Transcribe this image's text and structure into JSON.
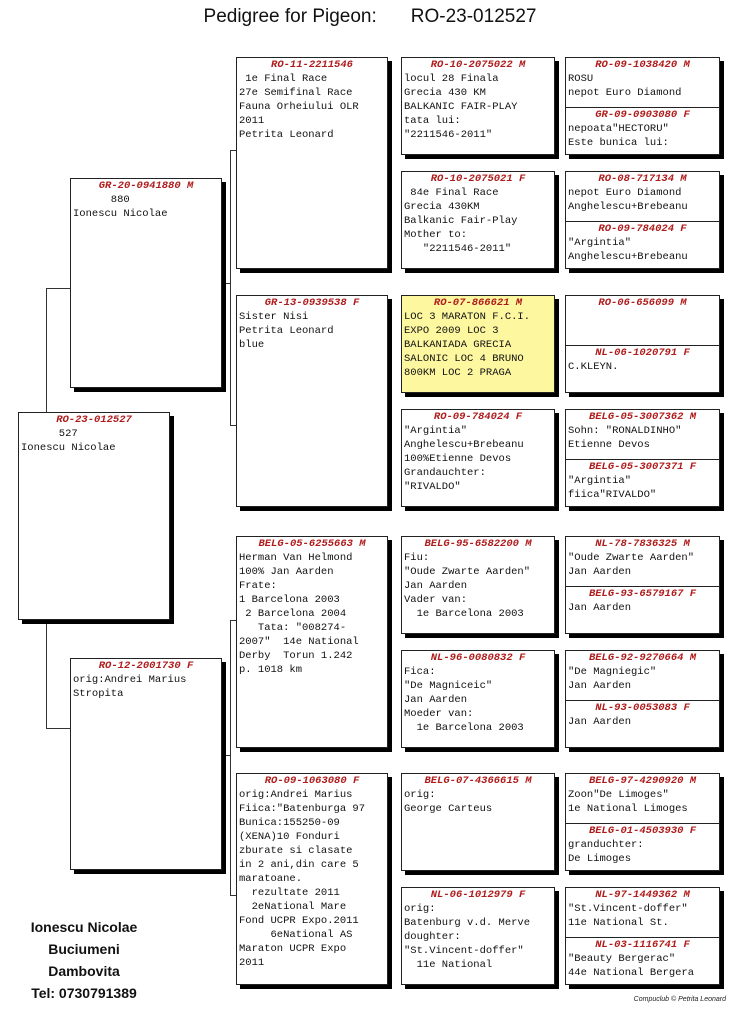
{
  "title": {
    "label": "Pedigree for Pigeon:",
    "ring": "RO-23-012527"
  },
  "subject": {
    "ring": "RO-23-012527",
    "lines": [
      "      527",
      "Ionescu Nicolae"
    ]
  },
  "sire": {
    "ring": "GR-20-0941880 M",
    "lines": [
      "      880",
      "Ionescu Nicolae"
    ]
  },
  "dam": {
    "ring": "RO-12-2001730 F",
    "lines": [
      "orig:Andrei Marius",
      "Stropita"
    ]
  },
  "g2": [
    {
      "ring": "RO-11-2211546",
      "lines": [
        " 1e Final Race",
        "27e Semifinal Race",
        "Fauna Orheiului OLR",
        "2011",
        "Petrita Leonard"
      ]
    },
    {
      "ring": "GR-13-0939538 F",
      "lines": [
        "Sister Nisi",
        "Petrita Leonard",
        "blue"
      ]
    },
    {
      "ring": "BELG-05-6255663 M",
      "lines": [
        "Herman Van Helmond",
        "100% Jan Aarden",
        "Frate:",
        "1 Barcelona 2003",
        " 2 Barcelona 2004",
        "   Tata: \"008274-",
        "2007\"  14e National",
        "Derby  Torun 1.242",
        "p. 1018 km"
      ]
    },
    {
      "ring": "RO-09-1063080 F",
      "lines": [
        "orig:Andrei Marius",
        "Fiica:\"Batenburga 97",
        "Bunica:155250-09",
        "(XENA)10 Fonduri",
        "zburate si clasate",
        "in 2 ani,din care 5",
        "maratoane.",
        "  rezultate 2011",
        "  2eNational Mare",
        "Fond UCPR Expo.2011",
        "     6eNational AS",
        "Maraton UCPR Expo",
        "2011"
      ]
    }
  ],
  "g3": [
    {
      "ring": "RO-10-2075022 M",
      "lines": [
        "locul 28 Finala",
        "Grecia 430 KM",
        "BALKANIC FAIR-PLAY",
        "tata lui:",
        "\"2211546-2011\""
      ]
    },
    {
      "ring": "RO-10-2075021 F",
      "lines": [
        " 84e Final Race",
        "Grecia 430KM",
        "Balkanic Fair-Play",
        "Mother to:",
        "   \"2211546-2011\""
      ]
    },
    {
      "ring": "RO-07-866621 M",
      "lines": [
        "LOC 3 MARATON F.C.I.",
        "EXPO 2009 LOC 3",
        "BALKANIADA GRECIA",
        "SALONIC LOC 4 BRUNO",
        "800KM LOC 2 PRAGA"
      ]
    },
    {
      "ring": "RO-09-784024 F",
      "lines": [
        "\"Argintia\"",
        "Anghelescu+Brebeanu",
        "100%Etienne Devos",
        "Grandauchter:",
        "\"RIVALDO\""
      ]
    },
    {
      "ring": "BELG-95-6582200 M",
      "lines": [
        "Fiu:",
        "\"Oude Zwarte Aarden\"",
        "Jan Aarden",
        "Vader van:",
        "  1e Barcelona 2003"
      ]
    },
    {
      "ring": "NL-96-0080832 F",
      "lines": [
        "Fica:",
        "\"De Magniceic\"",
        "Jan Aarden",
        "Moeder van:",
        "  1e Barcelona 2003"
      ]
    },
    {
      "ring": "BELG-07-4366615 M",
      "lines": [
        "orig:",
        "George Carteus"
      ]
    },
    {
      "ring": "NL-06-1012979 F",
      "lines": [
        "orig:",
        "Batenburg v.d. Merve",
        "doughter:",
        "\"St.Vincent-doffer\"",
        "  11e National"
      ]
    }
  ],
  "g4": [
    {
      "ring": "RO-09-1038420 M",
      "lines": [
        "ROSU",
        "nepot Euro Diamond"
      ]
    },
    {
      "ring": "GR-09-0903080 F",
      "lines": [
        "nepoata\"HECTORU\"",
        "Este bunica lui:"
      ]
    },
    {
      "ring": "RO-08-717134 M",
      "lines": [
        "nepot Euro Diamond",
        "Anghelescu+Brebeanu"
      ]
    },
    {
      "ring": "RO-09-784024 F",
      "lines": [
        "\"Argintia\"",
        "Anghelescu+Brebeanu"
      ]
    },
    {
      "ring": "RO-06-656099 M",
      "lines": []
    },
    {
      "ring": "NL-06-1020791 F",
      "lines": [
        "C.KLEYN."
      ]
    },
    {
      "ring": "BELG-05-3007362 M",
      "lines": [
        "Sohn: \"RONALDINHO\"",
        "Etienne Devos"
      ]
    },
    {
      "ring": "BELG-05-3007371 F",
      "lines": [
        "\"Argintia\"",
        "fiica\"RIVALDO\""
      ]
    },
    {
      "ring": "NL-78-7836325 M",
      "lines": [
        "\"Oude Zwarte Aarden\"",
        "Jan Aarden"
      ]
    },
    {
      "ring": "BELG-93-6579167 F",
      "lines": [
        "Jan Aarden"
      ]
    },
    {
      "ring": "BELG-92-9270664 M",
      "lines": [
        "\"De Magniegic\"",
        "Jan Aarden"
      ]
    },
    {
      "ring": "NL-93-0053083 F",
      "lines": [
        "Jan Aarden"
      ]
    },
    {
      "ring": "BELG-97-4290920 M",
      "lines": [
        "Zoon\"De Limoges\"",
        "1e National Limoges"
      ]
    },
    {
      "ring": "BELG-01-4503930 F",
      "lines": [
        "granduchter:",
        "De Limoges"
      ]
    },
    {
      "ring": "NL-97-1449362 M",
      "lines": [
        "\"St.Vincent-doffer\"",
        "11e National St."
      ]
    },
    {
      "ring": "NL-03-1116741 F",
      "lines": [
        "\"Beauty Bergerac\"",
        "44e National Bergera"
      ]
    }
  ],
  "owner": [
    "Ionescu Nicolae",
    "Buciumeni",
    "Dambovita",
    "Tel: 0730791389"
  ],
  "footer": "Compuclub © Petrita Leonard"
}
